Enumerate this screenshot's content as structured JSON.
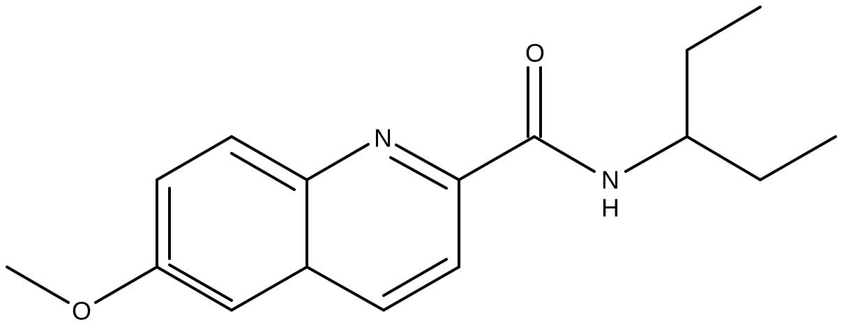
{
  "structure": {
    "atoms": {
      "nitrogen_ring": "N",
      "oxygen_carbonyl": "O",
      "nitrogen_amide": "N",
      "hydrogen_amide": "H",
      "oxygen_methoxy": "O"
    }
  },
  "colors": {
    "bond": "#000000",
    "label": "#000000",
    "background": "#ffffff"
  }
}
